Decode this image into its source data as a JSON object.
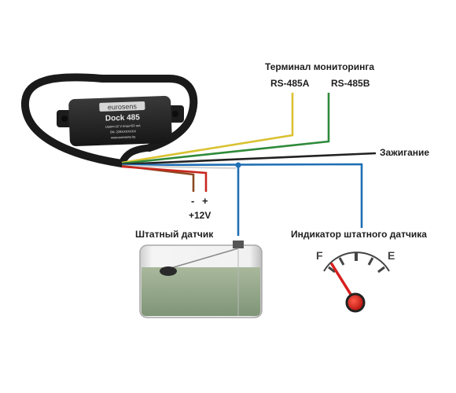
{
  "device": {
    "brand": "eurosens",
    "model": "Dock 485",
    "spec_line": "Uнom=12 V  Imax=50 mA",
    "serial_line": "SN: 229XXXXXXX",
    "site": "www.eurosens.by"
  },
  "labels": {
    "monitoring_terminal": "Терминал мониторинга",
    "rs485a": "RS-485A",
    "rs485b": "RS-485B",
    "ignition": "Зажигание",
    "minus": "-",
    "plus": "+",
    "voltage": "+12V",
    "standard_sensor": "Штатный датчик",
    "gauge_title": "Индикатор штатного датчика"
  },
  "gauge": {
    "empty_mark": "F",
    "full_mark": "E",
    "needle_color": "#d81f1f"
  },
  "wire_colors": {
    "rs485a": "#d9c232",
    "rs485b": "#2f8a3a",
    "ignition": "#222222",
    "sensor_signal": "#1f6fb4",
    "minus": "#8a4a22",
    "plus": "#c8271f",
    "cable": "#1a1a1a"
  }
}
